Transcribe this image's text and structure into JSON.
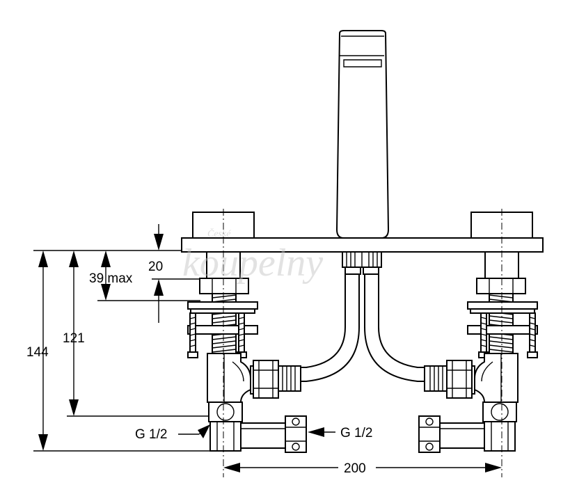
{
  "dimensions": {
    "d144": "144",
    "d121": "121",
    "d39": "39 max",
    "d20": "20",
    "d200": "200"
  },
  "connections": {
    "left": "G 1/2",
    "right": "G 1/2"
  },
  "watermark": {
    "top": "České",
    "main": "koupelny"
  }
}
